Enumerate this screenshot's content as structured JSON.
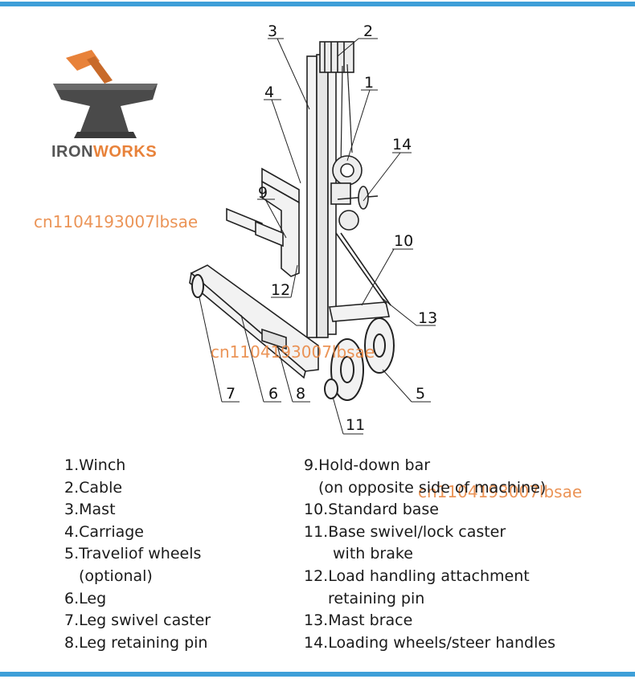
{
  "logo": {
    "text_part1": "IRON",
    "text_part2": "WORKS",
    "hammer_color": "#e8823a",
    "anvil_color": "#4a4a4a"
  },
  "callouts": [
    "3",
    "2",
    "1",
    "4",
    "14",
    "9",
    "10",
    "12",
    "13",
    "7",
    "6",
    "8",
    "5",
    "11"
  ],
  "legend": {
    "left": [
      "1.Winch",
      "2.Cable",
      "3.Mast",
      "4.Carriage",
      "5.Traveliof wheels",
      "(optional)",
      "6.Leg",
      "7.Leg swivel caster",
      "8.Leg retaining pin"
    ],
    "right": [
      "9.Hold-down bar",
      "(on opposite side of machine)",
      "10.Standard base",
      "11.Base swivel/lock caster",
      "with brake",
      "12.Load handling attachment",
      "retaining pin",
      "13.Mast brace",
      "14.Loading wheels/steer handles"
    ]
  },
  "watermarks": [
    "cn1104193007lbsae",
    "cn1104193007lbsae",
    "cn1104193007lbsae"
  ],
  "colors": {
    "accent_bar": "#3e9fd8",
    "watermark": "#e8823a"
  }
}
